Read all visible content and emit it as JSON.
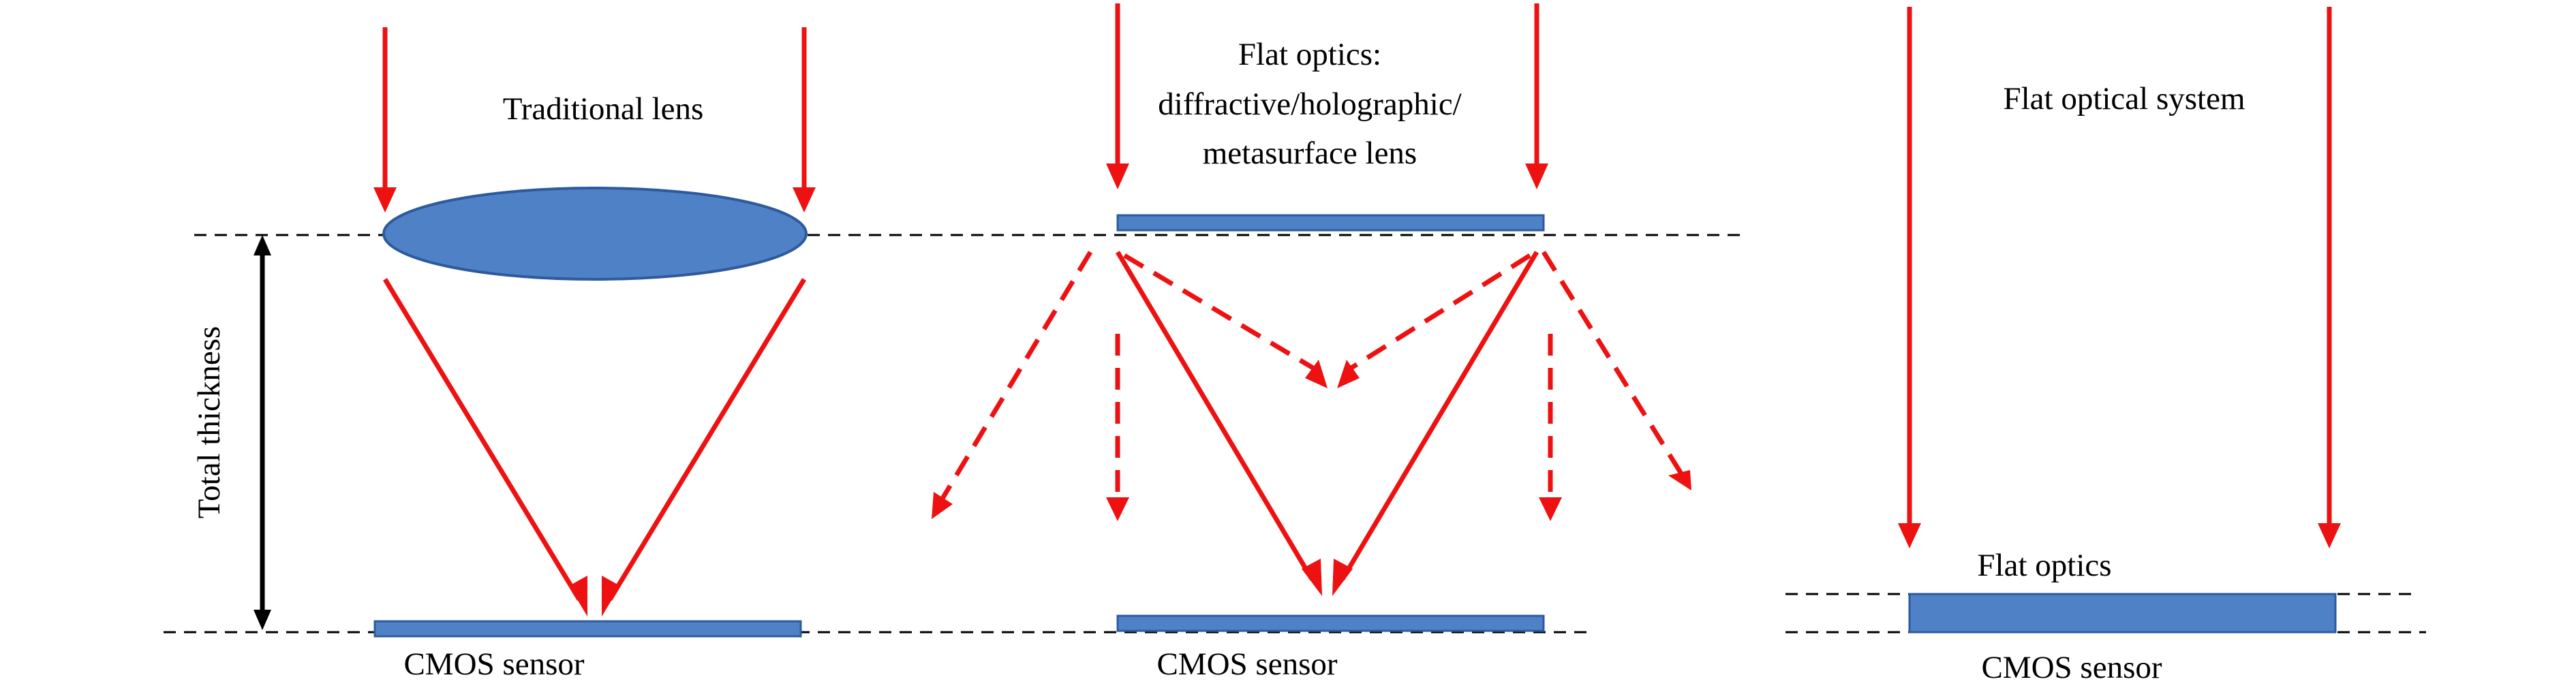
{
  "colors": {
    "ray": "#ee1111",
    "optic_fill": "#4f81c7",
    "optic_stroke": "#2e5a9c",
    "line": "#000000",
    "background": "#ffffff"
  },
  "panels": {
    "traditional": {
      "title": "Traditional lens",
      "sensor_label": "CMOS sensor",
      "thickness_label": "Total thickness"
    },
    "flat_optics": {
      "title_line1": "Flat optics:",
      "title_line2": "diffractive/holographic/",
      "title_line3": "metasurface lens",
      "sensor_label": "CMOS sensor"
    },
    "flat_system": {
      "title": "Flat optical system",
      "optic_label": "Flat optics",
      "sensor_label": "CMOS sensor"
    }
  }
}
